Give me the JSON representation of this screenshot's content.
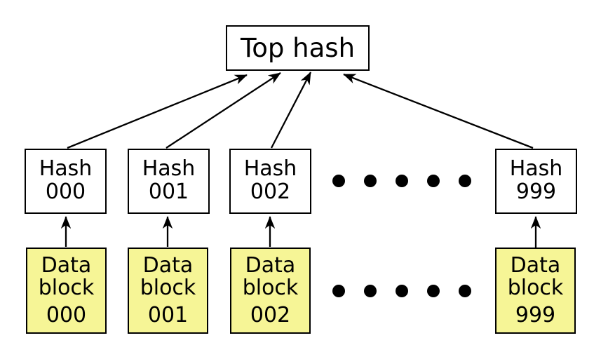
{
  "top_hash": {
    "label": "Top hash"
  },
  "hash_nodes": [
    {
      "name": "Hash",
      "id": "000"
    },
    {
      "name": "Hash",
      "id": "001"
    },
    {
      "name": "Hash",
      "id": "002"
    },
    {
      "name": "Hash",
      "id": "999"
    }
  ],
  "data_blocks": [
    {
      "line1": "Data",
      "line2": "block",
      "id": "000"
    },
    {
      "line1": "Data",
      "line2": "block",
      "id": "001"
    },
    {
      "line1": "Data",
      "line2": "block",
      "id": "002"
    },
    {
      "line1": "Data",
      "line2": "block",
      "id": "999"
    }
  ],
  "ellipsis": {
    "rows": 2,
    "dots_per_row": 5
  },
  "colors": {
    "background": "#ffffff",
    "box_border": "#000000",
    "data_block_fill": "#f6f596",
    "arrow": "#000000",
    "dot": "#000000",
    "text": "#000000"
  }
}
